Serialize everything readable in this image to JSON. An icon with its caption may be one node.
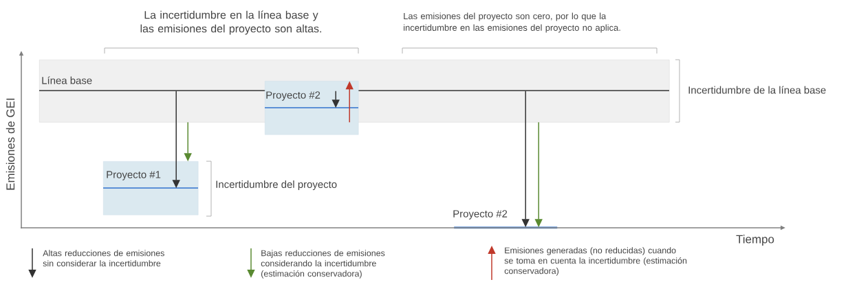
{
  "diagram": {
    "nodes": [
      {
        "text": [
          "Línea base"
        ],
        "beside": [
          "Incertidumbre de la línea base"
        ]
      },
      {
        "text": [
          "Proyecto #1"
        ],
        "beside": [
          "Incertidumbre del proyecto"
        ]
      },
      {
        "text": [
          "Proyecto #2"
        ]
      },
      {
        "text": [
          "Proyecto #2"
        ]
      }
    ],
    "edges": [
      {
        "from": 0,
        "to": 1,
        "arrow": "to"
      },
      {
        "from": 0,
        "to": 1,
        "arrow": "to",
        "color": "#5a8a32"
      },
      {
        "from": 0,
        "to": 2,
        "arrow": "to"
      },
      {
        "from": 2,
        "to": 0,
        "arrow": "to",
        "color": "#c0392b"
      },
      {
        "from": 0,
        "to": 3,
        "arrow": "to"
      },
      {
        "from": 0,
        "to": 3,
        "arrow": "to",
        "color": "#5a8a32"
      }
    ],
    "labels": [
      "La incertidumbre en la línea base y las emisiones del proyecto son altas.",
      "Las emisiones del proyecto son cero, por lo que la incertidumbre en las emisiones del proyecto no aplica.",
      "Emisiones de GEI",
      "Tiempo"
    ],
    "legend": [
      {
        "text": "Altas reducciones de emisiones sin considerar la incertidumbre"
      },
      {
        "text": "Bajas reducciones de emisiones considerando la incertidumbre (estimación conservadora)"
      },
      {
        "text": "Emisiones generadas (no reducidas) cuando se toma en cuenta la incertidumbre (estimación conservadora)"
      }
    ]
  }
}
